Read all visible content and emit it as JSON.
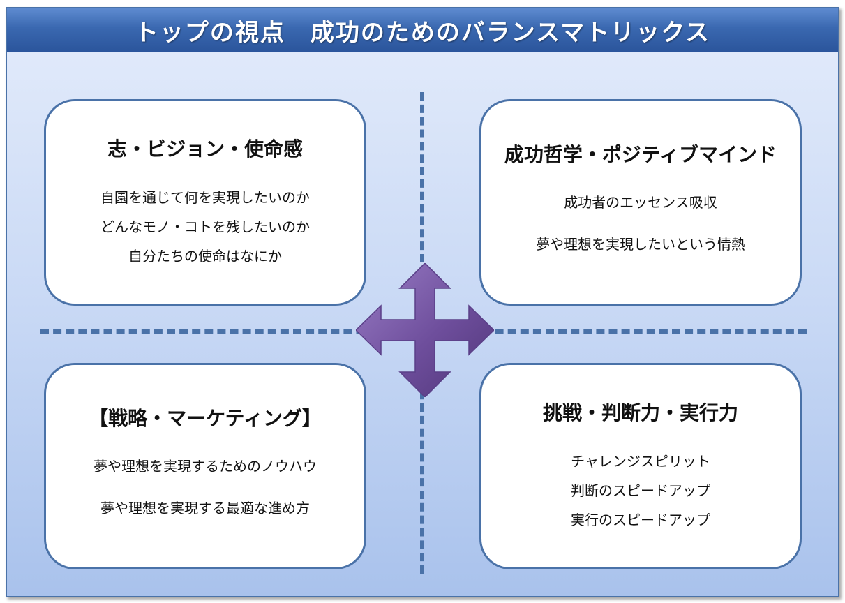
{
  "title": "トップの視点　成功のためのバランスマトリックス",
  "quadrants": {
    "top_left": {
      "title": "志・ビジョン・使命感",
      "lines": [
        "自園を通じて何を実現したいのか",
        "どんなモノ・コトを残したいのか",
        "自分たちの使命はなにか"
      ]
    },
    "top_right": {
      "title": "成功哲学・ポジティブマインド",
      "lines": [
        "成功者のエッセンス吸収",
        "夢や理想を実現したいという情熱"
      ]
    },
    "bottom_left": {
      "title": "【戦略・マーケティング】",
      "lines": [
        "夢や理想を実現するためのノウハウ",
        "夢や理想を実現する最適な進め方"
      ]
    },
    "bottom_right": {
      "title": "挑戦・判断力・実行力",
      "lines": [
        "チャレンジスピリット",
        "判断のスピードアップ",
        "実行のスピードアップ"
      ]
    }
  },
  "colors": {
    "frame_border": "#4a72a8",
    "title_bar": "#3a68b0",
    "arrow": "#7a5aa8"
  },
  "icons": {
    "center": "four-way-arrow-icon"
  }
}
